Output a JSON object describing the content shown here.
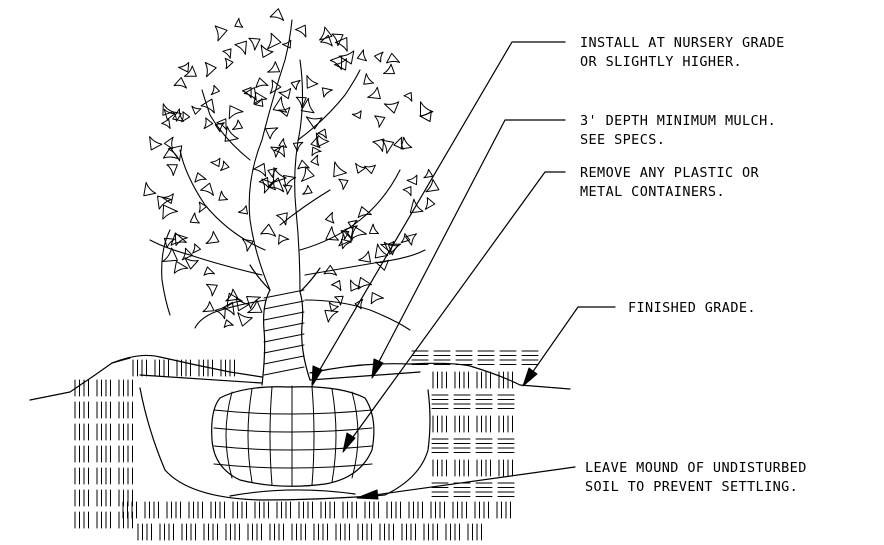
{
  "diagram": {
    "notes": [
      {
        "line1": "INSTALL AT NURSERY GRADE",
        "line2": "OR SLIGHTLY HIGHER."
      },
      {
        "line1": "3' DEPTH MINIMUM MULCH.",
        "line2": "SEE SPECS."
      },
      {
        "line1": "REMOVE ANY PLASTIC OR",
        "line2": "METAL CONTAINERS."
      },
      {
        "line1": "FINISHED GRADE.",
        "line2": ""
      },
      {
        "line1": "LEAVE MOUND OF UNDISTURBED",
        "line2": "SOIL TO PREVENT SETTLING."
      }
    ]
  }
}
